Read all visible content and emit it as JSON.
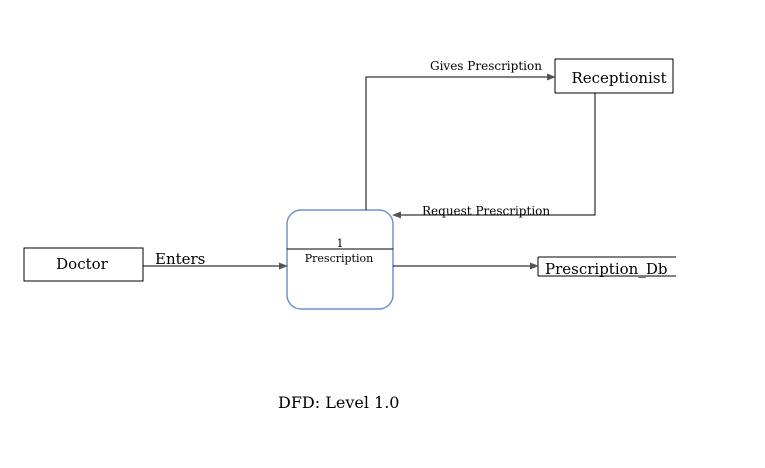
{
  "entities": {
    "doctor": "Doctor",
    "receptionist": "Receptionist"
  },
  "process": {
    "number": "1",
    "name": "Prescription"
  },
  "data_store": {
    "name": "Prescription_Db"
  },
  "flows": {
    "enters": "Enters",
    "gives_prescription": "Gives Prescription",
    "request_prescription": "Request Prescription"
  },
  "caption": "DFD: Level 1.0",
  "colors": {
    "process_border": "#6f93c9",
    "line": "#000000",
    "arrowhead": "#555555"
  }
}
